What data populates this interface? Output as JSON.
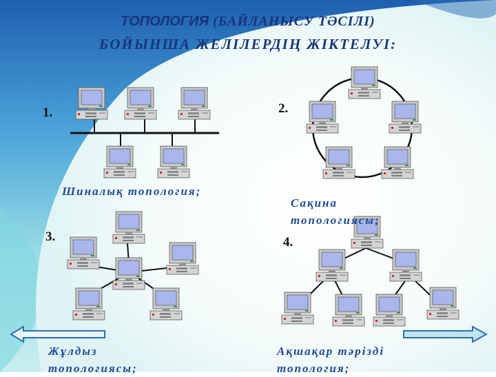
{
  "title": {
    "line1_sans": "ТОПОЛОГИЯ",
    "line1_rest": " (БАЙЛАНЫСУ ТӘСІЛІ)",
    "line2": "БОЙЫНША ЖЕЛІЛЕРДІҢ ЖІКТЕЛУІ:"
  },
  "diagrams": [
    {
      "number": "1.",
      "caption": "Шиналық топология;"
    },
    {
      "number": "2.",
      "caption_line1": "Сақина",
      "caption_line2": "топологиясы;"
    },
    {
      "number": "3.",
      "caption_line1": "Жұлдыз",
      "caption_line2": "топологиясы;"
    },
    {
      "number": "4.",
      "caption_line1": "Ақшақар тәрізді",
      "caption_line2": "топология;"
    }
  ],
  "nav": {
    "prev": "left-arrow-icon",
    "next": "right-arrow-icon"
  },
  "colors": {
    "title": "#17357a",
    "caption": "#1e4a9c",
    "line": "#111111",
    "bg_top": "#1f5fb0",
    "bg_light": "#e8f6f6"
  }
}
